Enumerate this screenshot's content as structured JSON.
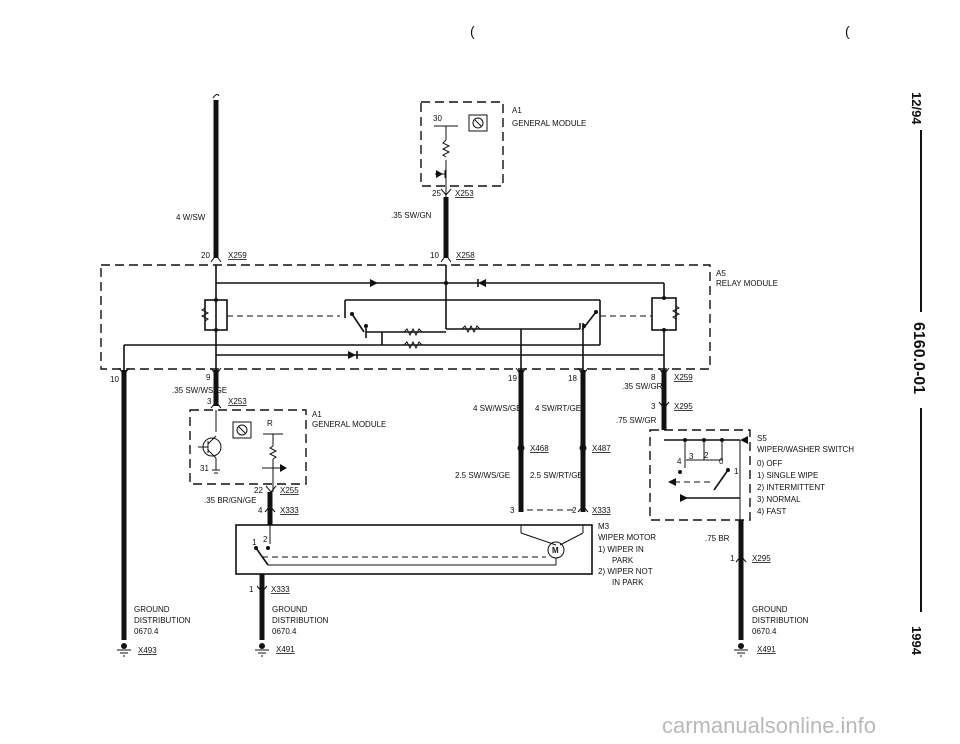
{
  "page": {
    "date": "12/94",
    "doc_number": "6160.0-01",
    "year": "1994",
    "watermark": "carmanualsonline.info"
  },
  "components": {
    "a1_top": {
      "label": "A1",
      "name": "GENERAL MODULE",
      "pin_30": "30",
      "pin_25": "25",
      "connector": "X253"
    },
    "a5": {
      "label": "A5",
      "name": "RELAY MODULE"
    },
    "a1_left": {
      "label": "A1",
      "name": "GENERAL MODULE",
      "pin_r": "R",
      "pin_31": "31",
      "pin_3": "3",
      "connector_top": "X253",
      "pin_22": "22",
      "connector_bottom": "X255"
    },
    "s5": {
      "label": "S5",
      "name": "WIPER/WASHER SWITCH",
      "positions": [
        "0)  OFF",
        "1)  SINGLE WIPE",
        "2)  INTERMITTENT",
        "3)  NORMAL",
        "4)  FAST"
      ],
      "contacts": [
        "4",
        "3",
        "2",
        "0",
        "1"
      ]
    },
    "m3": {
      "label": "M3",
      "name": "WIPER MOTOR",
      "states": [
        "1)  WIPER IN",
        "PARK",
        "2)  WIPER NOT",
        "IN PARK"
      ],
      "motor": "M",
      "contact_1": "1",
      "contact_2": "2"
    }
  },
  "wires": {
    "w4": "4 W/SW",
    "w035_swgn": ".35 SW/GN",
    "w035_swwsge": ".35 SW/WS/GE",
    "w035_swgr": ".35 SW/GR",
    "w075_swgr": ".75 SW/GR",
    "w4_swwsge": "4 SW/WS/GE",
    "w4_swrtge": "4 SW/RT/GE",
    "w25_swwsge": "2.5 SW/WS/GE",
    "w25_swrtge": "2.5 SW/RT/GE",
    "w035_brgnge": ".35 BR/GN/GE",
    "w075_br": ".75 BR"
  },
  "pins": {
    "p20": "20",
    "p10a": "10",
    "p10b": "10",
    "p9": "9",
    "p19": "19",
    "p18": "18",
    "p8": "8",
    "p3a": "3",
    "p4": "4",
    "p3b": "3",
    "p2": "2",
    "p1a": "1",
    "p1b": "1"
  },
  "connectors": {
    "x259": "X259",
    "x258": "X258",
    "x259b": "X259",
    "x295a": "X295",
    "x468": "X468",
    "x487": "X487",
    "x333a": "X333",
    "x333b": "X333",
    "x333c": "X333",
    "x295b": "X295"
  },
  "grounds": [
    {
      "line1": "GROUND",
      "line2": "DISTRIBUTION",
      "line3": "0670.4",
      "point": "X493"
    },
    {
      "line1": "GROUND",
      "line2": "DISTRIBUTION",
      "line3": "0670.4",
      "point": "X491"
    },
    {
      "line1": "GROUND",
      "line2": "DISTRIBUTION",
      "line3": "0670.4",
      "point": "X491"
    }
  ],
  "stray_marks": [
    "(",
    "("
  ]
}
